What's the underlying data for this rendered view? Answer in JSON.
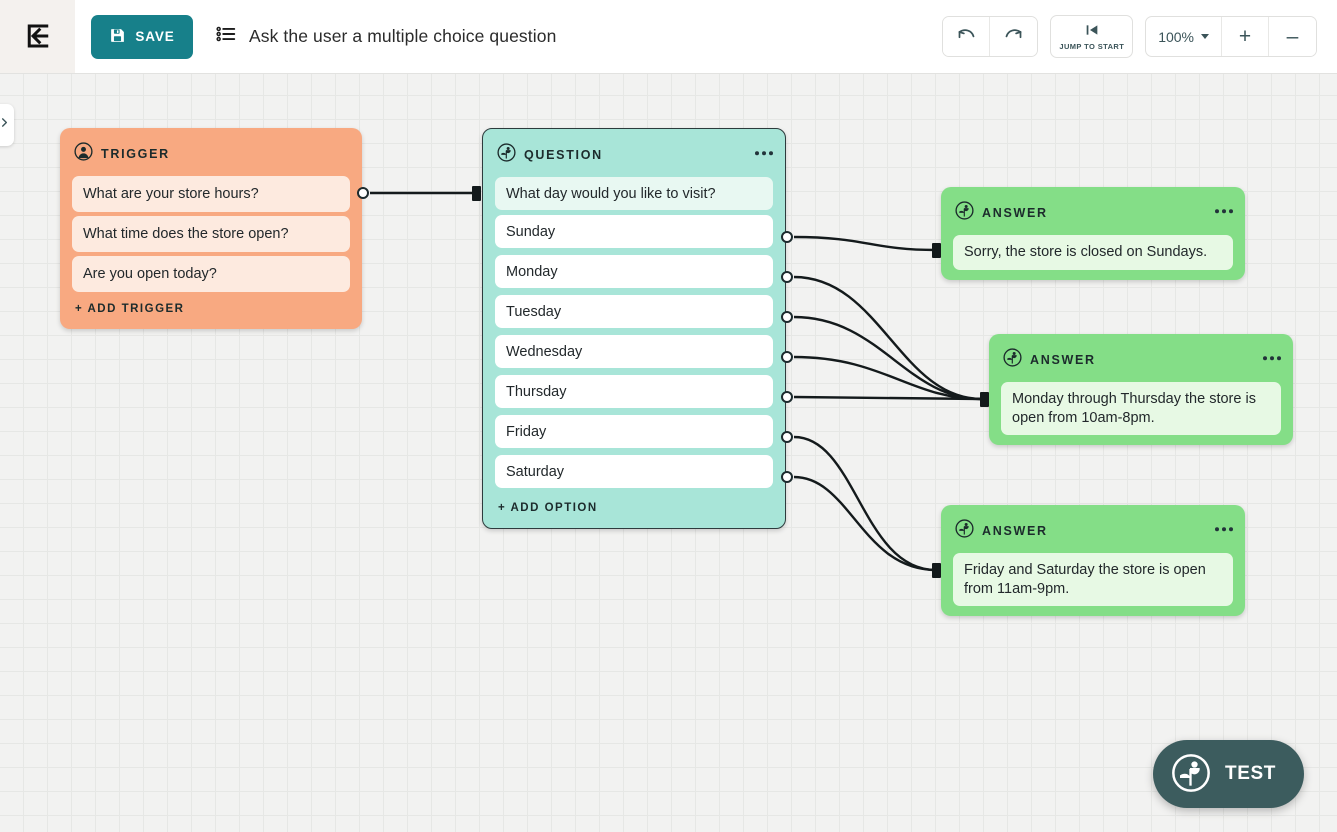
{
  "topbar": {
    "exit_icon": "exit-arrow-icon",
    "save_label": "SAVE",
    "save_icon": "save-disk-icon",
    "flow_type_icon": "multiple-choice-list-icon",
    "flow_title": "Ask the user a multiple choice question",
    "undo_icon": "undo-arrow-icon",
    "redo_icon": "redo-arrow-icon",
    "jump_to_start_label": "JUMP TO START",
    "jump_to_start_icon": "skip-to-start-icon",
    "zoom_value": "100%",
    "zoom_in_label": "+",
    "zoom_out_label": "–"
  },
  "canvas": {
    "panel_handle_icon": "chevron-right-icon",
    "test_button": {
      "label": "TEST",
      "icon": "bot-mascot-icon"
    }
  },
  "nodes": {
    "trigger": {
      "title": "TRIGGER",
      "icon": "user-circle-icon",
      "items": [
        "What are your store hours?",
        "What time does the store open?",
        "Are you open today?"
      ],
      "add_label": "+ ADD TRIGGER",
      "color": "#f8a981",
      "item_color": "#fdeadf"
    },
    "question": {
      "title": "QUESTION",
      "icon": "bot-mascot-icon",
      "menu_icon": "more-options-icon",
      "prompt": "What day would you like to visit?",
      "options": [
        "Sunday",
        "Monday",
        "Tuesday",
        "Wednesday",
        "Thursday",
        "Friday",
        "Saturday"
      ],
      "add_label": "+ ADD OPTION",
      "color": "#a8e5d8",
      "prompt_color": "#e8f8f2"
    },
    "answers": [
      {
        "title": "ANSWER",
        "icon": "bot-mascot-icon",
        "menu_icon": "more-options-icon",
        "text": "Sorry, the store is closed on Sundays.",
        "color": "#84de87",
        "text_color": "#e7f9e4"
      },
      {
        "title": "ANSWER",
        "icon": "bot-mascot-icon",
        "menu_icon": "more-options-icon",
        "text": "Monday through Thursday the store is open from 10am-8pm.",
        "color": "#84de87",
        "text_color": "#e7f9e4"
      },
      {
        "title": "ANSWER",
        "icon": "bot-mascot-icon",
        "menu_icon": "more-options-icon",
        "text": "Friday and Saturday the store is open from 11am-9pm.",
        "color": "#84de87",
        "text_color": "#e7f9e4"
      }
    ]
  },
  "theme": {
    "accent_teal": "#17808a",
    "canvas_bg": "#f2f2f1",
    "grid_line": "#e6e7e5",
    "test_bg": "#3c5c5e"
  }
}
